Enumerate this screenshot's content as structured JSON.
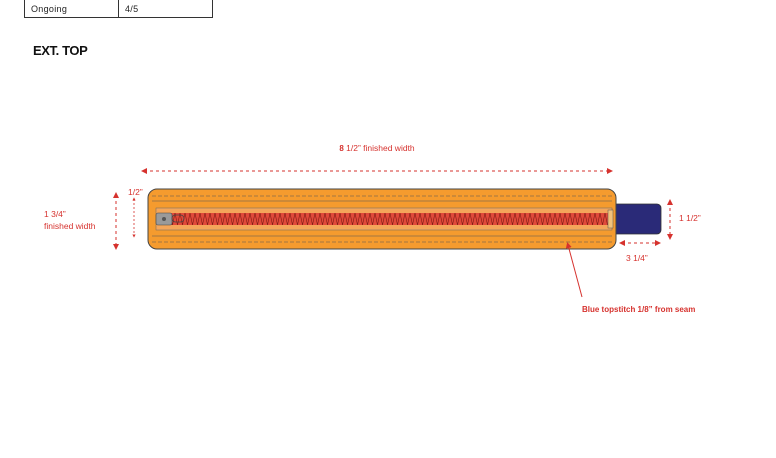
{
  "table": {
    "rows": [
      {
        "label": "Ongoing",
        "value": "4/5"
      }
    ]
  },
  "section": {
    "title": "EXT. TOP"
  },
  "diagram": {
    "width_label_num": "8",
    "width_label_rest": " 1/2” finished width",
    "seam_label": "1/2”",
    "height_label_line1": "1  3/4”",
    "height_label_line2": "finished width",
    "tab_height_label": "1 1/2”",
    "tab_width_label": "3  1/4”",
    "topstitch_label": "Blue topstitch 1/8” from seam",
    "colors": {
      "body_fill": "#f59b2e",
      "body_stroke": "#444444",
      "tab_fill": "#2a2a78",
      "dimension": "#d6322e",
      "zipper": "#c0392b"
    }
  }
}
